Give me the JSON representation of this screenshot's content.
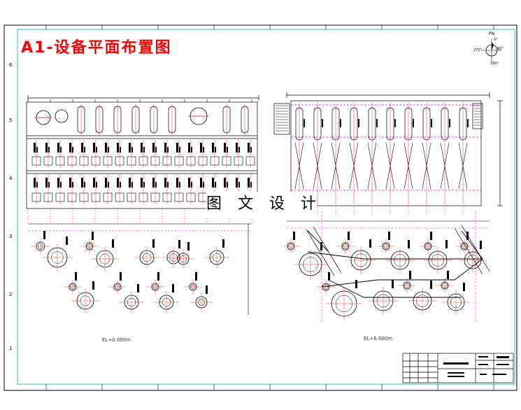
{
  "drawing": {
    "title": "A1-设备平面布置图",
    "watermark": "图 文 设 计",
    "elevation_left": "EL+0.000m",
    "elevation_right": "EL+6.000m",
    "compass": {
      "north_label": "PN",
      "angle_0": "0°",
      "angle_90": "90°",
      "angle_180": "180°",
      "angle_270": "270°"
    },
    "row_labels": [
      "6",
      "5",
      "4",
      "3",
      "2",
      "1"
    ],
    "colors": {
      "title": "#ff0000",
      "frame": "#000000",
      "inner_frame": "#00b0b0",
      "centerline": "#ff0000",
      "dimension": "#ff00ff",
      "equipment": "#000000"
    }
  }
}
